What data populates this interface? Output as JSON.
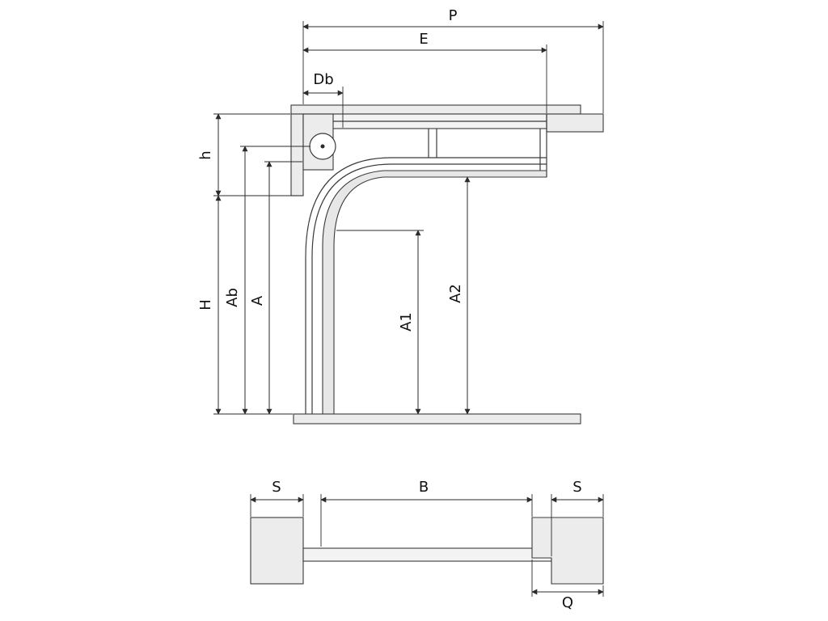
{
  "diagram": {
    "description": "Sectional overhead door technical drawing: vertical section (side view) with height/headroom dimensions and horizontal section (plan view) with width/side-room dimensions",
    "colors": {
      "line": "#3a3a3a",
      "dimension_line": "#2b2b2b",
      "light_fill": "#ececec",
      "background": "#ffffff"
    },
    "side_view": {
      "dims": {
        "p": "P",
        "e": "E",
        "db": "Db",
        "h": "h",
        "H": "H",
        "ab": "Ab",
        "a": "A",
        "a1": "A1",
        "a2": "A2"
      }
    },
    "plan_view": {
      "dims": {
        "s_left": "S",
        "b": "B",
        "s_right": "S",
        "q": "Q"
      }
    }
  }
}
